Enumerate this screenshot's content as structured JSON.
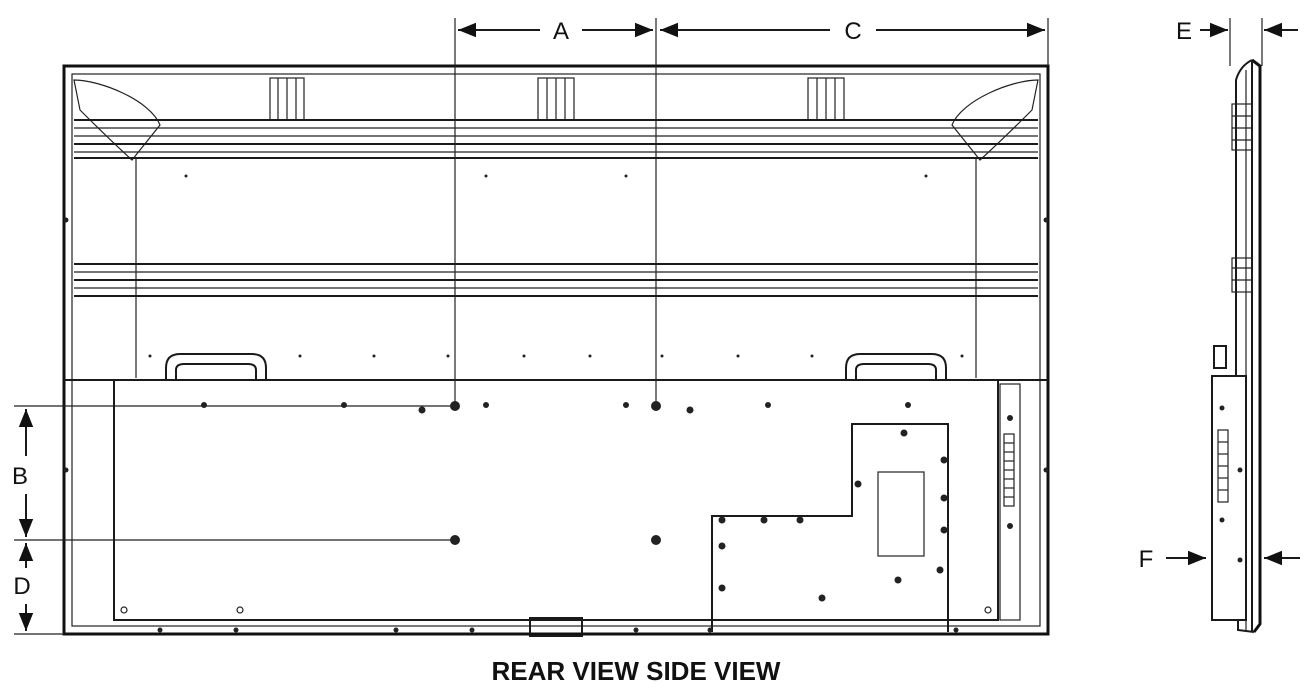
{
  "labels": {
    "a": "A",
    "b": "B",
    "c": "C",
    "d": "D",
    "e": "E",
    "f": "F"
  },
  "caption": "REAR VIEW SIDE VIEW",
  "colors": {
    "line": "#1a1a1a",
    "background": "#ffffff"
  }
}
